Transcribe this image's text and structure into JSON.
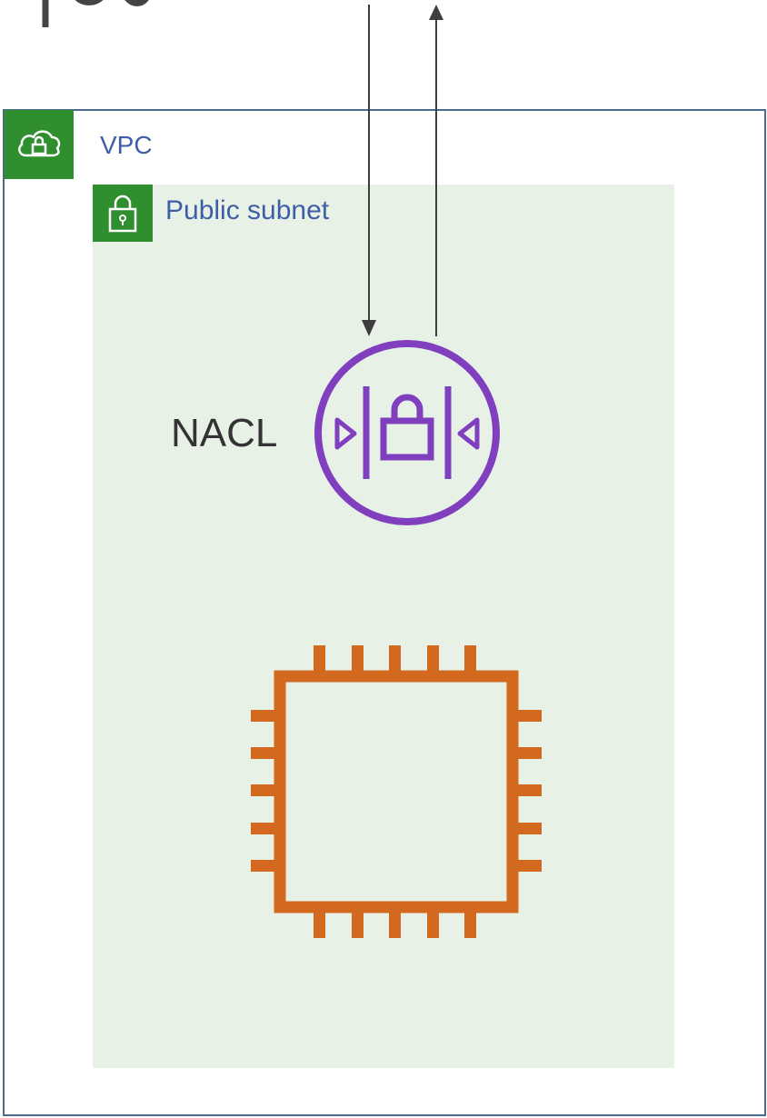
{
  "vpc": {
    "label": "VPC",
    "icon": "cloud-lock-icon",
    "badge_color": "#2f8f2f",
    "border_color": "#4a6b8a"
  },
  "subnet": {
    "label": "Public subnet",
    "icon": "padlock-icon",
    "background": "#e8f1e6"
  },
  "nacl": {
    "label": "NACL",
    "icon": "network-acl-icon",
    "color": "#7f3fbf"
  },
  "instance": {
    "icon": "ec2-instance-chip-icon",
    "color": "#d2691e"
  },
  "arrows": [
    {
      "direction": "down"
    },
    {
      "direction": "up"
    }
  ]
}
